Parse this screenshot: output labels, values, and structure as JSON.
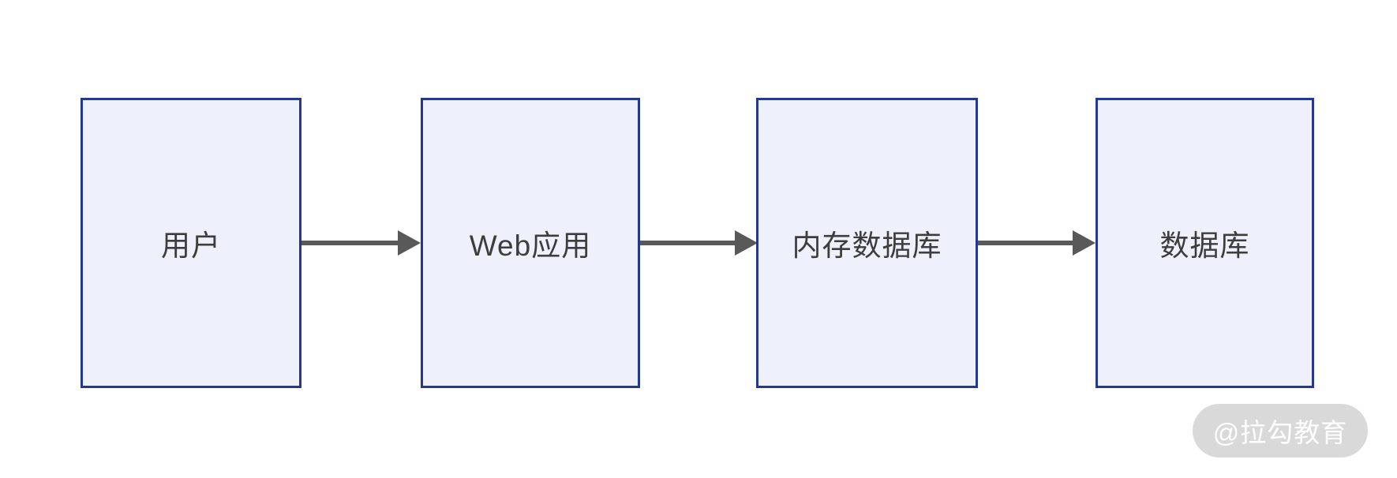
{
  "diagram": {
    "type": "flow",
    "direction": "left-to-right",
    "nodes": [
      {
        "id": "user",
        "label": "用户"
      },
      {
        "id": "web-app",
        "label": "Web应用"
      },
      {
        "id": "memory-db",
        "label": "内存数据库"
      },
      {
        "id": "database",
        "label": "数据库"
      }
    ],
    "edges": [
      {
        "from": "user",
        "to": "web-app"
      },
      {
        "from": "web-app",
        "to": "memory-db"
      },
      {
        "from": "memory-db",
        "to": "database"
      }
    ]
  },
  "watermark": {
    "text": "@拉勾教育"
  },
  "colors": {
    "background": "#ffffff",
    "node_fill": "#eef1fb",
    "node_border": "#24388f",
    "node_text": "#3d3d3d",
    "arrow": "#595959",
    "watermark_bg": "#d9d9d9",
    "watermark_text": "#ffffff"
  }
}
